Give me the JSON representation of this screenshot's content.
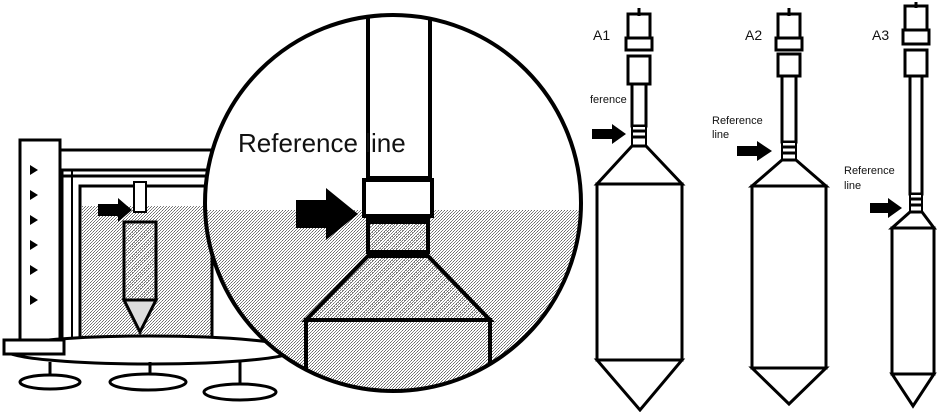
{
  "magnified": {
    "label": "Reference line"
  },
  "probes": [
    {
      "title": "A1",
      "ref_line1": "ference",
      "ref_line2": ""
    },
    {
      "title": "A2",
      "ref_line1": "Reference",
      "ref_line2": "line"
    },
    {
      "title": "A3",
      "ref_line1": "Reference",
      "ref_line2": "line"
    }
  ],
  "colors": {
    "ink": "#000000",
    "stipple": "#9a9a9a",
    "paper": "#ffffff"
  }
}
